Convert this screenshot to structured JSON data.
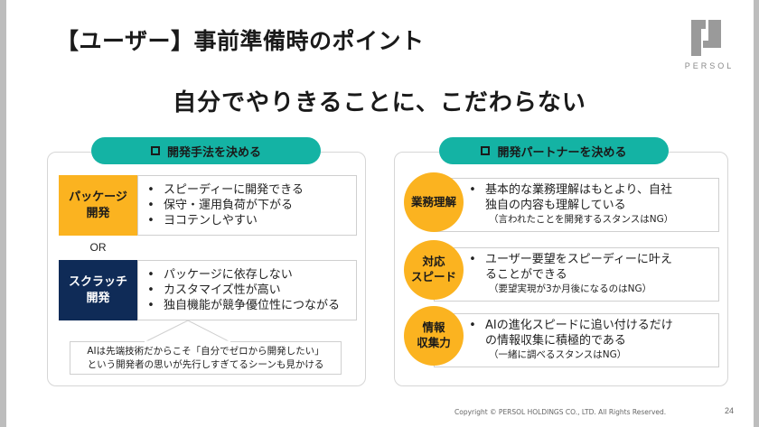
{
  "slide": {
    "title": "【ユーザー】事前準備時のポイント",
    "subtitle": "自分でやりきることに、こだわらない",
    "logo_text": "PERSOL",
    "footer": "Copyright © PERSOL HOLDINGS CO., LTD. All Rights Reserved.",
    "page_number": "24"
  },
  "colors": {
    "teal": "#14b3a4",
    "orange": "#fbb320",
    "navy": "#0f2b57",
    "gray_bar": "#bdbdbd"
  },
  "left_panel": {
    "header": "開発手法を決める",
    "header_icon": "checkbox-icon",
    "options": [
      {
        "label": "パッケージ\n開発",
        "bullets": [
          "スピーディーに開発できる",
          "保守・運用負荷が下がる",
          "ヨコテンしやすい"
        ]
      },
      {
        "label": "スクラッチ\n開発",
        "bullets": [
          "パッケージに依存しない",
          "カスタマイズ性が高い",
          "独自機能が競争優位性につながる"
        ]
      }
    ],
    "separator": "OR",
    "callout": {
      "line1": "AIは先端技術だからこそ「自分でゼロから開発したい」",
      "line2": "という開発者の思いが先行しすぎてるシーンも見かける"
    }
  },
  "right_panel": {
    "header": "開発パートナーを決める",
    "header_icon": "checkbox-icon",
    "items": [
      {
        "label": "業務理解",
        "line1": "基本的な業務理解はもとより、自社",
        "line2": "独自の内容も理解している",
        "note": "（言われたことを開発するスタンスはNG）"
      },
      {
        "label": "対応\nスピード",
        "line1": "ユーザー要望をスピーディーに叶え",
        "line2": "ることができる",
        "note": "（要望実現が3か月後になるのはNG）"
      },
      {
        "label": "情報\n収集力",
        "line1": "AIの進化スピードに追い付けるだけ",
        "line2": "の情報収集に積極的である",
        "note": "（一緒に調べるスタンスはNG）"
      }
    ]
  }
}
